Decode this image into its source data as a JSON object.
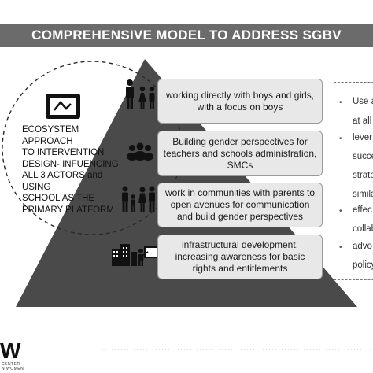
{
  "title": "COMPREHENSIVE MODEL TO ADDRESS SGBV",
  "ecosystem": {
    "lines": [
      "ECOSYSTEM APPROACH",
      "TO INTERVENTION",
      "DESIGN- INFUENCING",
      "ALL 3 ACTORS and USING",
      "SCHOOL AS THE",
      "PRIMARY PLATFORM"
    ]
  },
  "levels": [
    {
      "text": "working directly with boys and girls, with a focus on boys",
      "icon": "boys-and-girls-icon"
    },
    {
      "text": "Building gender perspectives for teachers and schools administration, SMCs",
      "icon": "group-icon"
    },
    {
      "text": "work in communities with parents to open avenues for communication and build gender perspectives",
      "icon": "family-icon"
    },
    {
      "text": "infrastructural development, increasing awareness for basic rights and entitlements",
      "icon": "buildings-and-teacher-icon"
    }
  ],
  "right_list": [
    "Use a",
    "at all",
    "lever",
    "succe",
    "strate",
    "simila",
    "effec",
    "collab",
    "advo",
    "policy"
  ],
  "logo": {
    "mark": "W",
    "sub1": "CENTER",
    "sub2": "N WOMEN"
  },
  "colors": {
    "bar": "#6b6b6b",
    "pyramid": "#4a4a4a",
    "box": "#e8e8e8"
  }
}
